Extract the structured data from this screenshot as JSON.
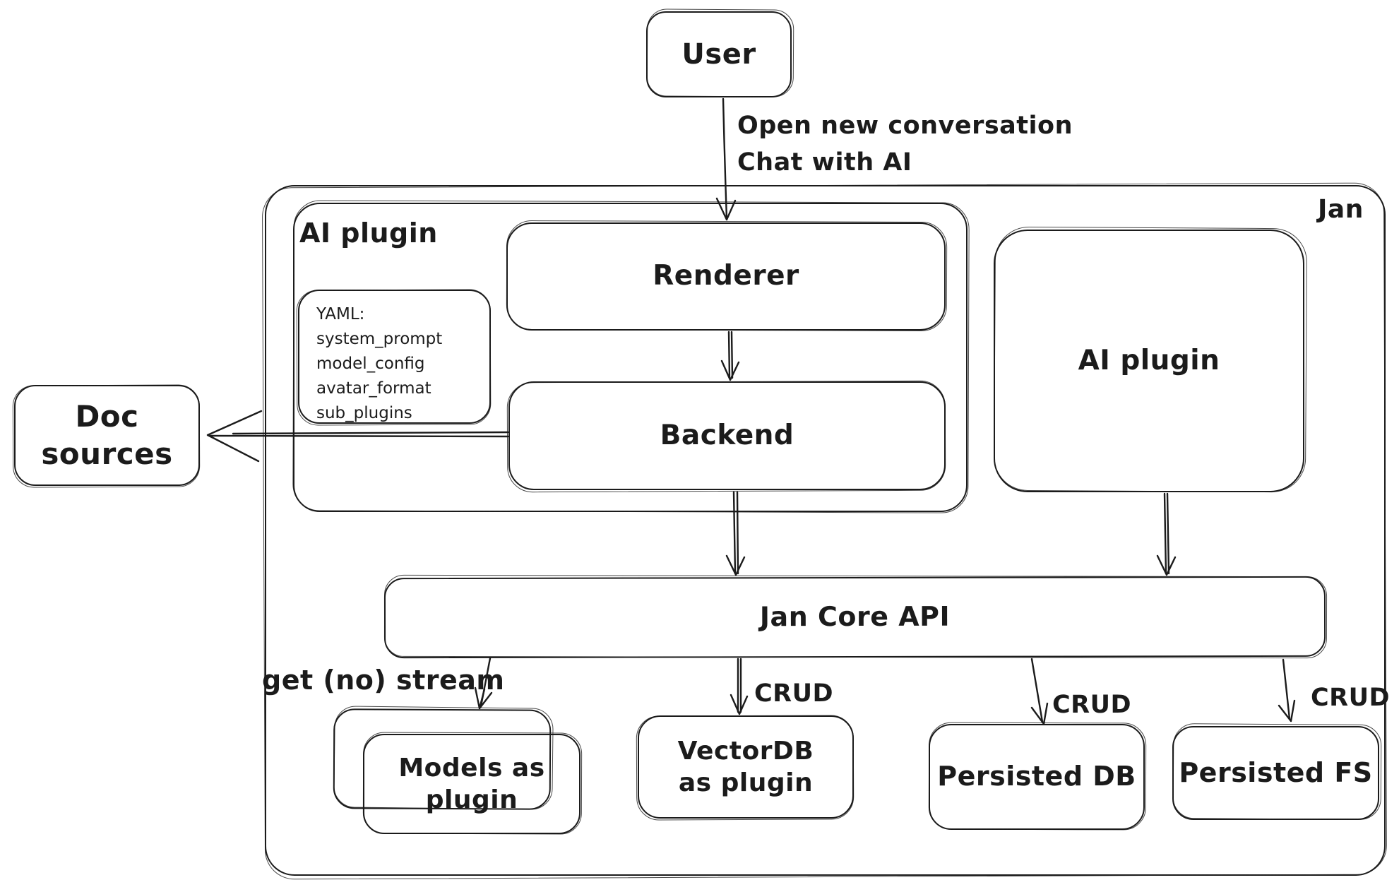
{
  "diagram": {
    "container_label": "Jan",
    "nodes": {
      "user": "User",
      "ai_plugin_left": "AI plugin",
      "renderer": "Renderer",
      "backend": "Backend",
      "ai_plugin_right": "AI plugin",
      "doc_sources": "Doc sources",
      "jan_core_api": "Jan Core API",
      "models_as_plugin": "Models as plugin",
      "vectordb_as_plugin": "VectorDB as plugin",
      "persisted_db": "Persisted DB",
      "persisted_fs": "Persisted FS"
    },
    "yaml_note": {
      "lines": [
        "YAML:",
        "system_prompt",
        "model_config",
        "avatar_format",
        "sub_plugins"
      ]
    },
    "edge_labels": {
      "user_line1": "Open new conversation",
      "user_line2": "Chat with AI",
      "models": "get (no) stream",
      "vectordb": "CRUD",
      "persisted_db": "CRUD",
      "persisted_fs": "CRUD"
    },
    "colors": {
      "stroke": "#1b1b1b",
      "background": "#ffffff"
    }
  }
}
